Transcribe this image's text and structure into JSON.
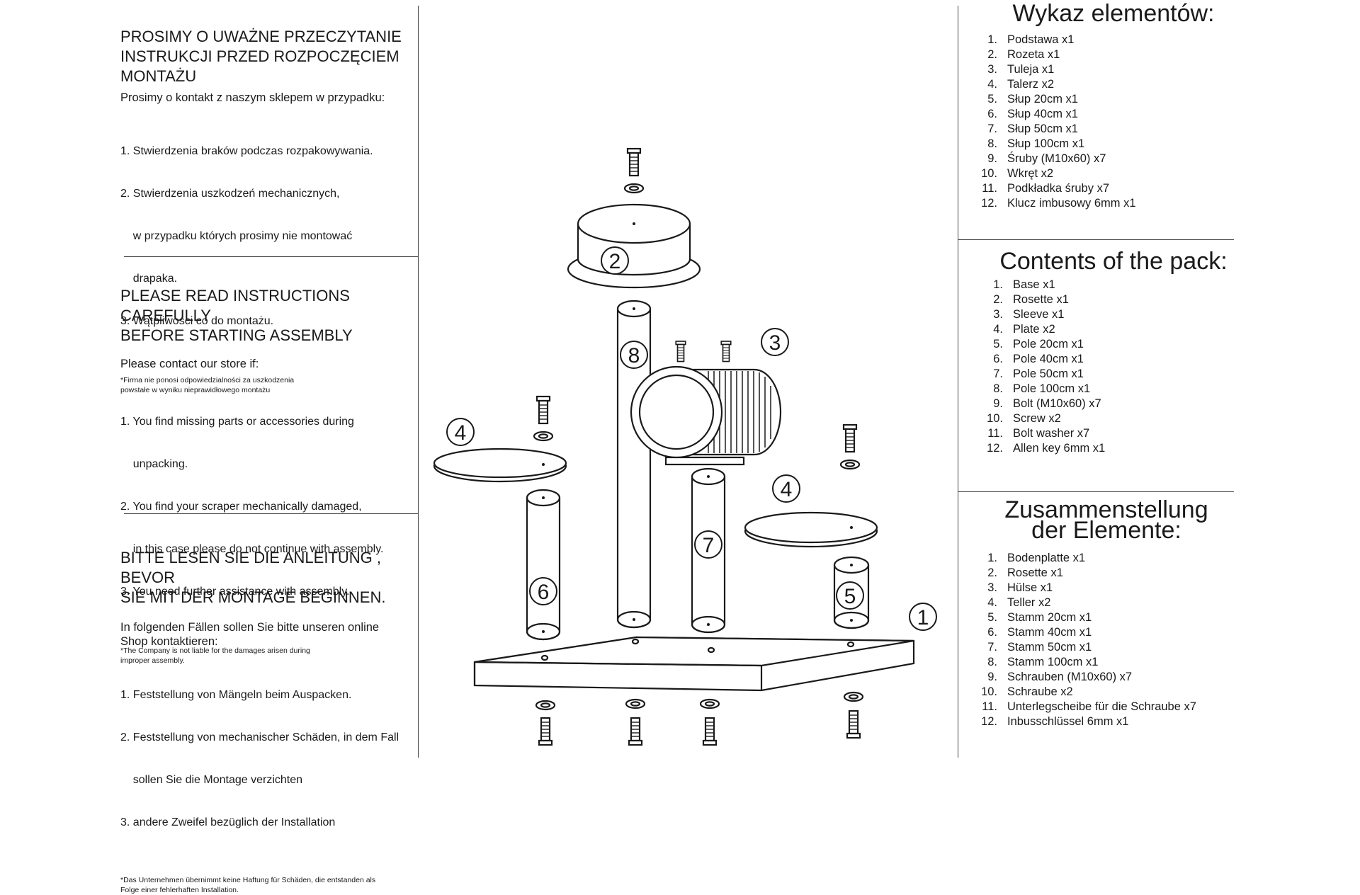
{
  "polish": {
    "heading": [
      "PROSIMY O UWAŻNE PRZECZYTANIE",
      "INSTRUKCJI PRZED ROZPOCZĘCIEM",
      "MONTAŻU"
    ],
    "intro": "Prosimy o kontakt z naszym sklepem w przypadku:",
    "items": [
      "1. Stwierdzenia braków podczas rozpakowywania.",
      "2. Stwierdzenia uszkodzeń mechanicznych,",
      "    w przypadku których prosimy nie montować",
      "    drapaka.",
      "3. Wątpliwości co do montażu."
    ],
    "note": [
      "*Firma nie ponosi odpowiedzialności za uszkodzenia",
      "powstałe w wyniku nieprawidłowego montażu"
    ]
  },
  "english": {
    "heading": [
      "PLEASE READ INSTRUCTIONS CAREFULLY",
      "BEFORE STARTING ASSEMBLY"
    ],
    "intro": "Please contact our store if:",
    "items": [
      "1. You find missing parts or accessories during",
      "    unpacking.",
      "2. You find your scraper mechanically damaged,",
      "    in this case please do not continue with assembly.",
      "3. You need further assistance with assembly."
    ],
    "note": [
      "*The Company is not liable for the damages arisen during",
      "improper assembly."
    ]
  },
  "german": {
    "heading": [
      "BITTE LESEN SIE DIE ANLEITUNG , BEVOR",
      "SIE MIT DER MONTAGE BEGINNEN."
    ],
    "intro": [
      "In folgenden Fällen sollen Sie bitte unseren online",
      "Shop kontaktieren:"
    ],
    "items": [
      "1. Feststellung von Mängeln beim Auspacken.",
      "2. Feststellung von mechanischer Schäden, in dem Fall",
      "    sollen Sie die Montage verzichten",
      "3. andere Zweifel bezüglich der Installation"
    ],
    "note": [
      "*Das Unternehmen übernimmt keine Haftung für Schäden, die entstanden als",
      "Folge einer  fehlerhaften Installation."
    ]
  },
  "parts_pl": {
    "title": "Wykaz elementów:",
    "items": [
      "Podstawa x1",
      "Rozeta x1",
      "Tuleja x1",
      "Talerz x2",
      "Słup 20cm x1",
      "Słup 40cm x1",
      "Słup 50cm x1",
      "Słup 100cm x1",
      "Śruby (M10x60) x7",
      "Wkręt x2",
      "Podkładka śruby x7",
      "Klucz imbusowy 6mm x1"
    ]
  },
  "parts_en": {
    "title": "Contents of the pack:",
    "items": [
      "Base x1",
      "Rosette x1",
      "Sleeve x1",
      "Plate x2",
      "Pole 20cm x1",
      "Pole 40cm x1",
      "Pole 50cm x1",
      "Pole 100cm x1",
      "Bolt (M10x60) x7",
      "Screw x2",
      "Bolt washer x7",
      "Allen key 6mm x1"
    ]
  },
  "parts_de": {
    "title": [
      "Zusammenstellung",
      "der Elemente:"
    ],
    "items": [
      "Bodenplatte x1",
      "Rosette x1",
      "Hülse x1",
      "Teller x2",
      "Stamm 20cm x1",
      "Stamm 40cm x1",
      "Stamm 50cm x1",
      "Stamm 100cm x1",
      "Schrauben (M10x60) x7",
      "Schraube x2",
      "Unterlegscheibe für die Schraube x7",
      "Inbusschlüssel 6mm x1"
    ]
  },
  "numbers": [
    "1.",
    "2.",
    "3.",
    "4.",
    "5.",
    "6.",
    "7.",
    "8.",
    "9.",
    "10.",
    "11.",
    "12."
  ],
  "diagram": {
    "labels": [
      "1",
      "2",
      "3",
      "4",
      "4",
      "5",
      "6",
      "7",
      "8"
    ],
    "stroke_color": "#1a1a1a"
  }
}
